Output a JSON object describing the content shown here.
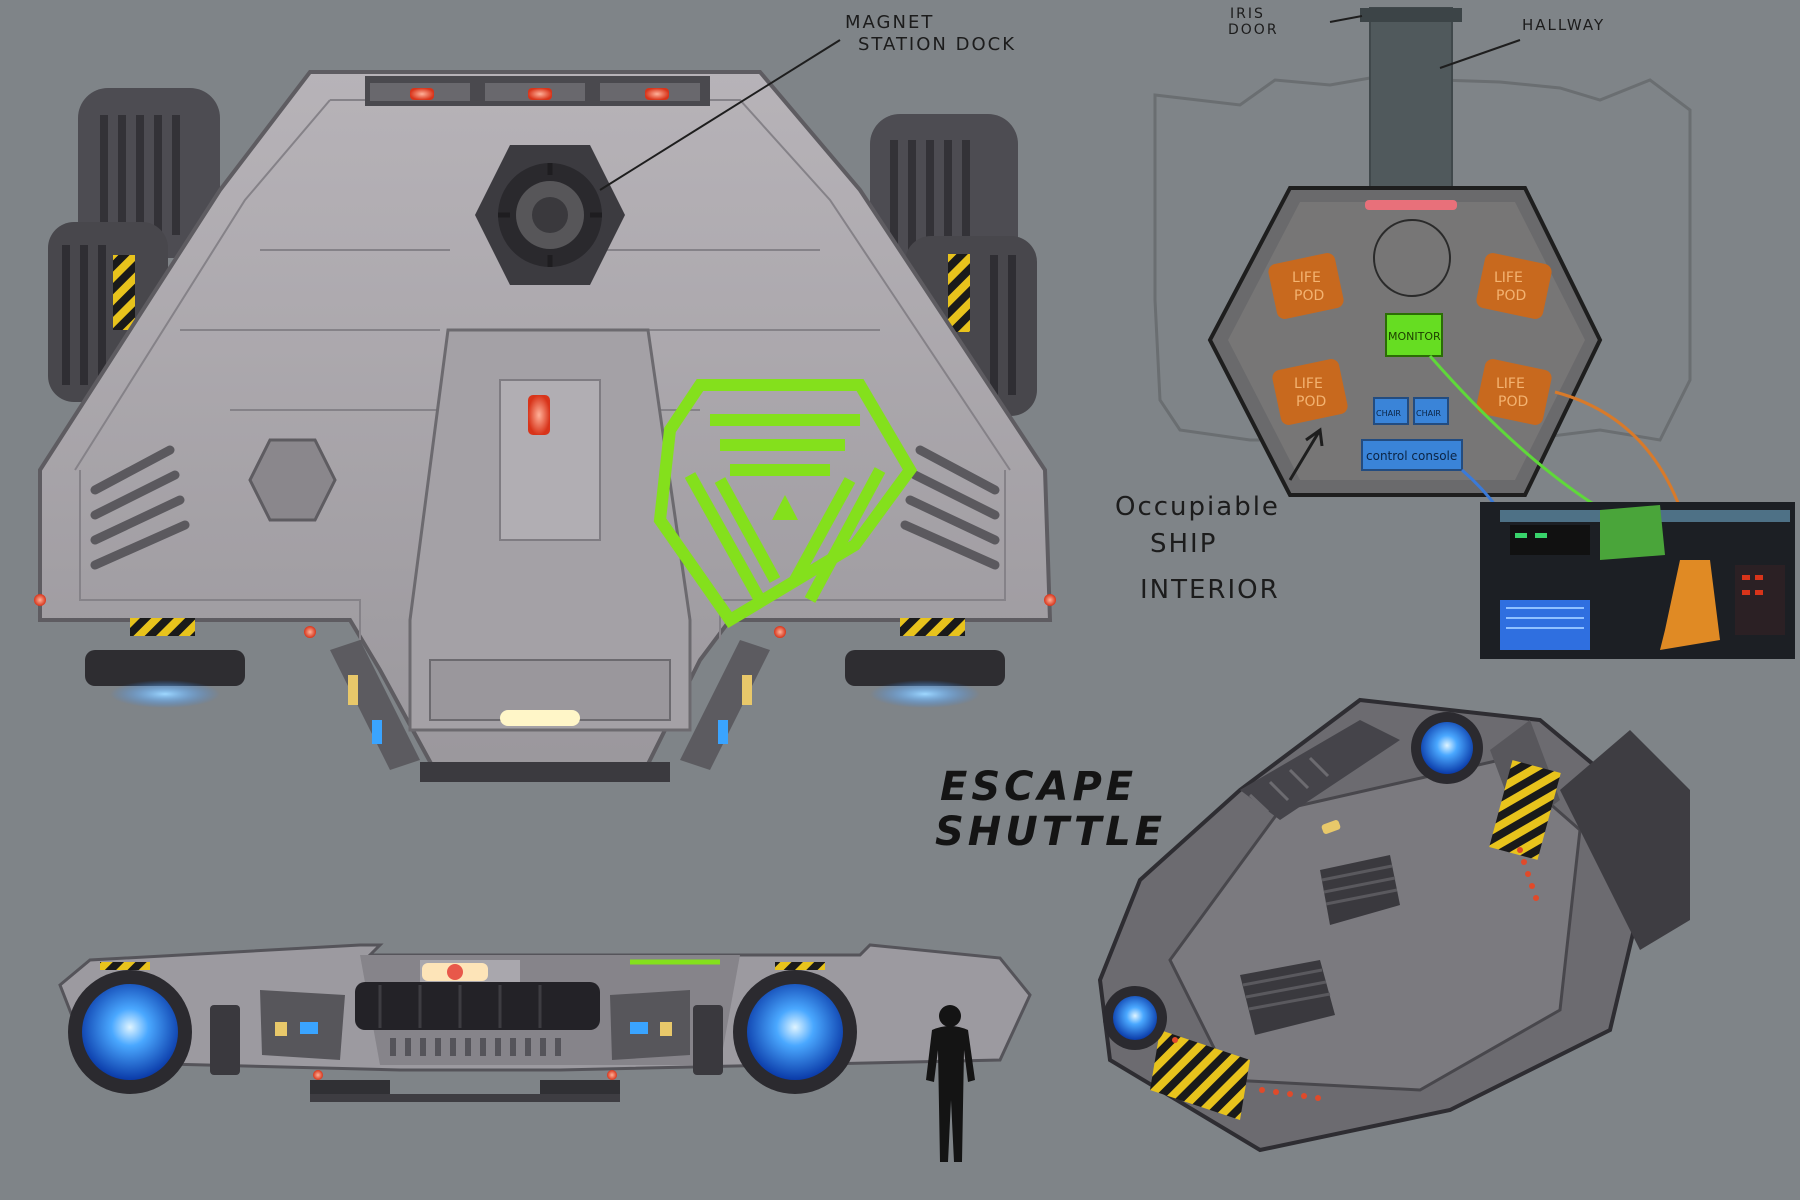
{
  "title": {
    "line1": "ESCAPE",
    "line2": "SHUTTLE"
  },
  "top_view": {
    "callout": {
      "line1": "MAGNET",
      "line2": "STATION DOCK"
    }
  },
  "interior_plan": {
    "callouts": {
      "iris_door_line1": "IRIS",
      "iris_door_line2": "DOOR",
      "hallway": "HALLWAY",
      "occupiable_line1": "Occupiable",
      "occupiable_line2": "SHIP",
      "occupiable_line3": "INTERIOR"
    },
    "life_pods": [
      {
        "line1": "LIFE",
        "line2": "POD"
      },
      {
        "line1": "LIFE",
        "line2": "POD"
      },
      {
        "line1": "LIFE",
        "line2": "POD"
      },
      {
        "line1": "LIFE",
        "line2": "POD"
      }
    ],
    "monitor": "MONITOR",
    "chairs": [
      "CHAIR",
      "CHAIR"
    ],
    "control_console": "control console"
  },
  "colors": {
    "background": "#7f8488",
    "hull": "#a9a6ab",
    "emblem_green": "#84e01c",
    "thruster_blue": "#2f8cff",
    "pod_orange": "#c8691e",
    "monitor_green": "#66dd22",
    "console_blue": "#3a84d8",
    "hazard_yellow": "#e8c31c"
  },
  "icons": {
    "emblem": "inverted-triangle-hex-emblem-icon",
    "magnet_dock": "magnet-dock-icon",
    "figure": "human-silhouette-icon"
  }
}
